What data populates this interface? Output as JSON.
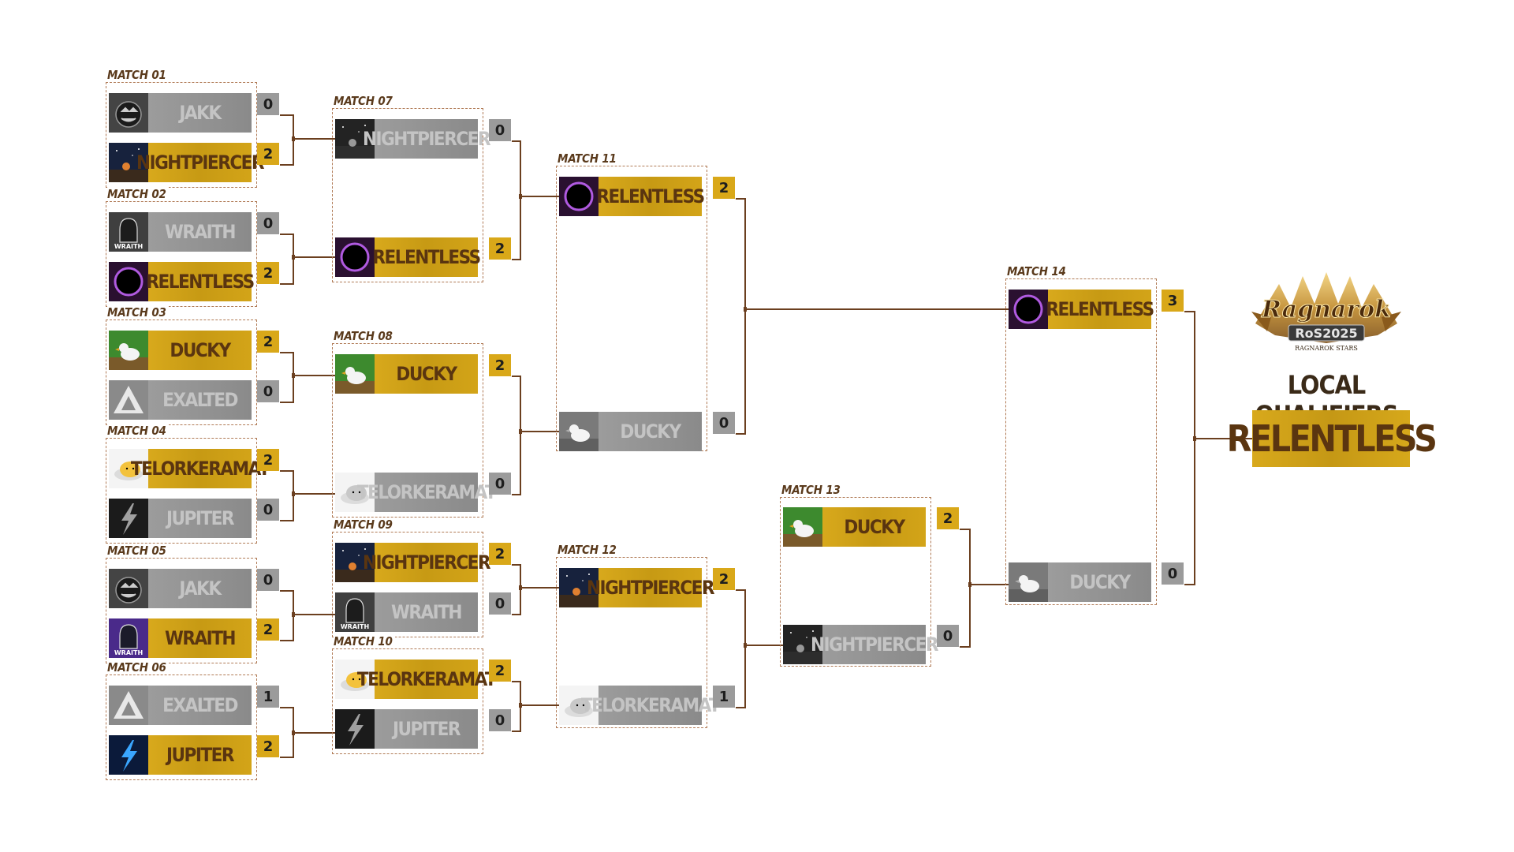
{
  "colors": {
    "win": "#d9a819",
    "lose": "#9b9b9b",
    "wire": "#6b3f1f",
    "border": "#b07a55"
  },
  "matches": [
    {
      "label": "MATCH 01",
      "teams": [
        {
          "name": "JAKK",
          "score": "0",
          "logo": "pumpkin",
          "win": false
        },
        {
          "name": "NIGHTPIERCER",
          "score": "2",
          "logo": "night",
          "win": true
        }
      ]
    },
    {
      "label": "MATCH 02",
      "teams": [
        {
          "name": "WRAITH",
          "score": "0",
          "logo": "wraith",
          "win": false
        },
        {
          "name": "RELENTLESS",
          "score": "2",
          "logo": "ring",
          "win": true
        }
      ]
    },
    {
      "label": "MATCH 03",
      "teams": [
        {
          "name": "DUCKY",
          "score": "2",
          "logo": "duck",
          "win": true
        },
        {
          "name": "EXALTED",
          "score": "0",
          "logo": "exalted",
          "win": false
        }
      ]
    },
    {
      "label": "MATCH 04",
      "teams": [
        {
          "name": "TELORKERAMAT",
          "score": "2",
          "logo": "egg",
          "win": true
        },
        {
          "name": "JUPITER",
          "score": "0",
          "logo": "bolt",
          "win": false
        }
      ]
    },
    {
      "label": "MATCH 05",
      "teams": [
        {
          "name": "JAKK",
          "score": "0",
          "logo": "pumpkin",
          "win": false
        },
        {
          "name": "WRAITH",
          "score": "2",
          "logo": "wraith",
          "win": true
        }
      ]
    },
    {
      "label": "MATCH 06",
      "teams": [
        {
          "name": "EXALTED",
          "score": "1",
          "logo": "exalted",
          "win": false
        },
        {
          "name": "JUPITER",
          "score": "2",
          "logo": "bolt",
          "win": true
        }
      ]
    },
    {
      "label": "MATCH 07",
      "teams": [
        {
          "name": "NIGHTPIERCER",
          "score": "0",
          "logo": "night",
          "win": false
        },
        {
          "name": "RELENTLESS",
          "score": "2",
          "logo": "ring",
          "win": true
        }
      ]
    },
    {
      "label": "MATCH 08",
      "teams": [
        {
          "name": "DUCKY",
          "score": "2",
          "logo": "duck",
          "win": true
        },
        {
          "name": "TELORKERAMAT",
          "score": "0",
          "logo": "egg",
          "win": false
        }
      ]
    },
    {
      "label": "MATCH 09",
      "teams": [
        {
          "name": "NIGHTPIERCER",
          "score": "2",
          "logo": "night",
          "win": true
        },
        {
          "name": "WRAITH",
          "score": "0",
          "logo": "wraith",
          "win": false
        }
      ]
    },
    {
      "label": "MATCH 10",
      "teams": [
        {
          "name": "TELORKERAMAT",
          "score": "2",
          "logo": "egg",
          "win": true
        },
        {
          "name": "JUPITER",
          "score": "0",
          "logo": "bolt",
          "win": false
        }
      ]
    },
    {
      "label": "MATCH 11",
      "teams": [
        {
          "name": "RELENTLESS",
          "score": "2",
          "logo": "ring",
          "win": true
        },
        {
          "name": "DUCKY",
          "score": "0",
          "logo": "duck",
          "win": false
        }
      ]
    },
    {
      "label": "MATCH 12",
      "teams": [
        {
          "name": "NIGHTPIERCER",
          "score": "2",
          "logo": "night",
          "win": true
        },
        {
          "name": "TELORKERAMAT",
          "score": "1",
          "logo": "egg",
          "win": false
        }
      ]
    },
    {
      "label": "MATCH 13",
      "teams": [
        {
          "name": "DUCKY",
          "score": "2",
          "logo": "duck",
          "win": true
        },
        {
          "name": "NIGHTPIERCER",
          "score": "0",
          "logo": "night",
          "win": false
        }
      ]
    },
    {
      "label": "MATCH 14",
      "teams": [
        {
          "name": "RELENTLESS",
          "score": "3",
          "logo": "ring",
          "win": true
        },
        {
          "name": "DUCKY",
          "score": "0",
          "logo": "duck",
          "win": false
        }
      ]
    }
  ],
  "emblem": {
    "brand": "Ragnarok",
    "edition": "RoS2025",
    "tagline": "RAGNAROK STARS"
  },
  "title": "LOCAL QUALIFIERS",
  "champion": "RELENTLESS"
}
